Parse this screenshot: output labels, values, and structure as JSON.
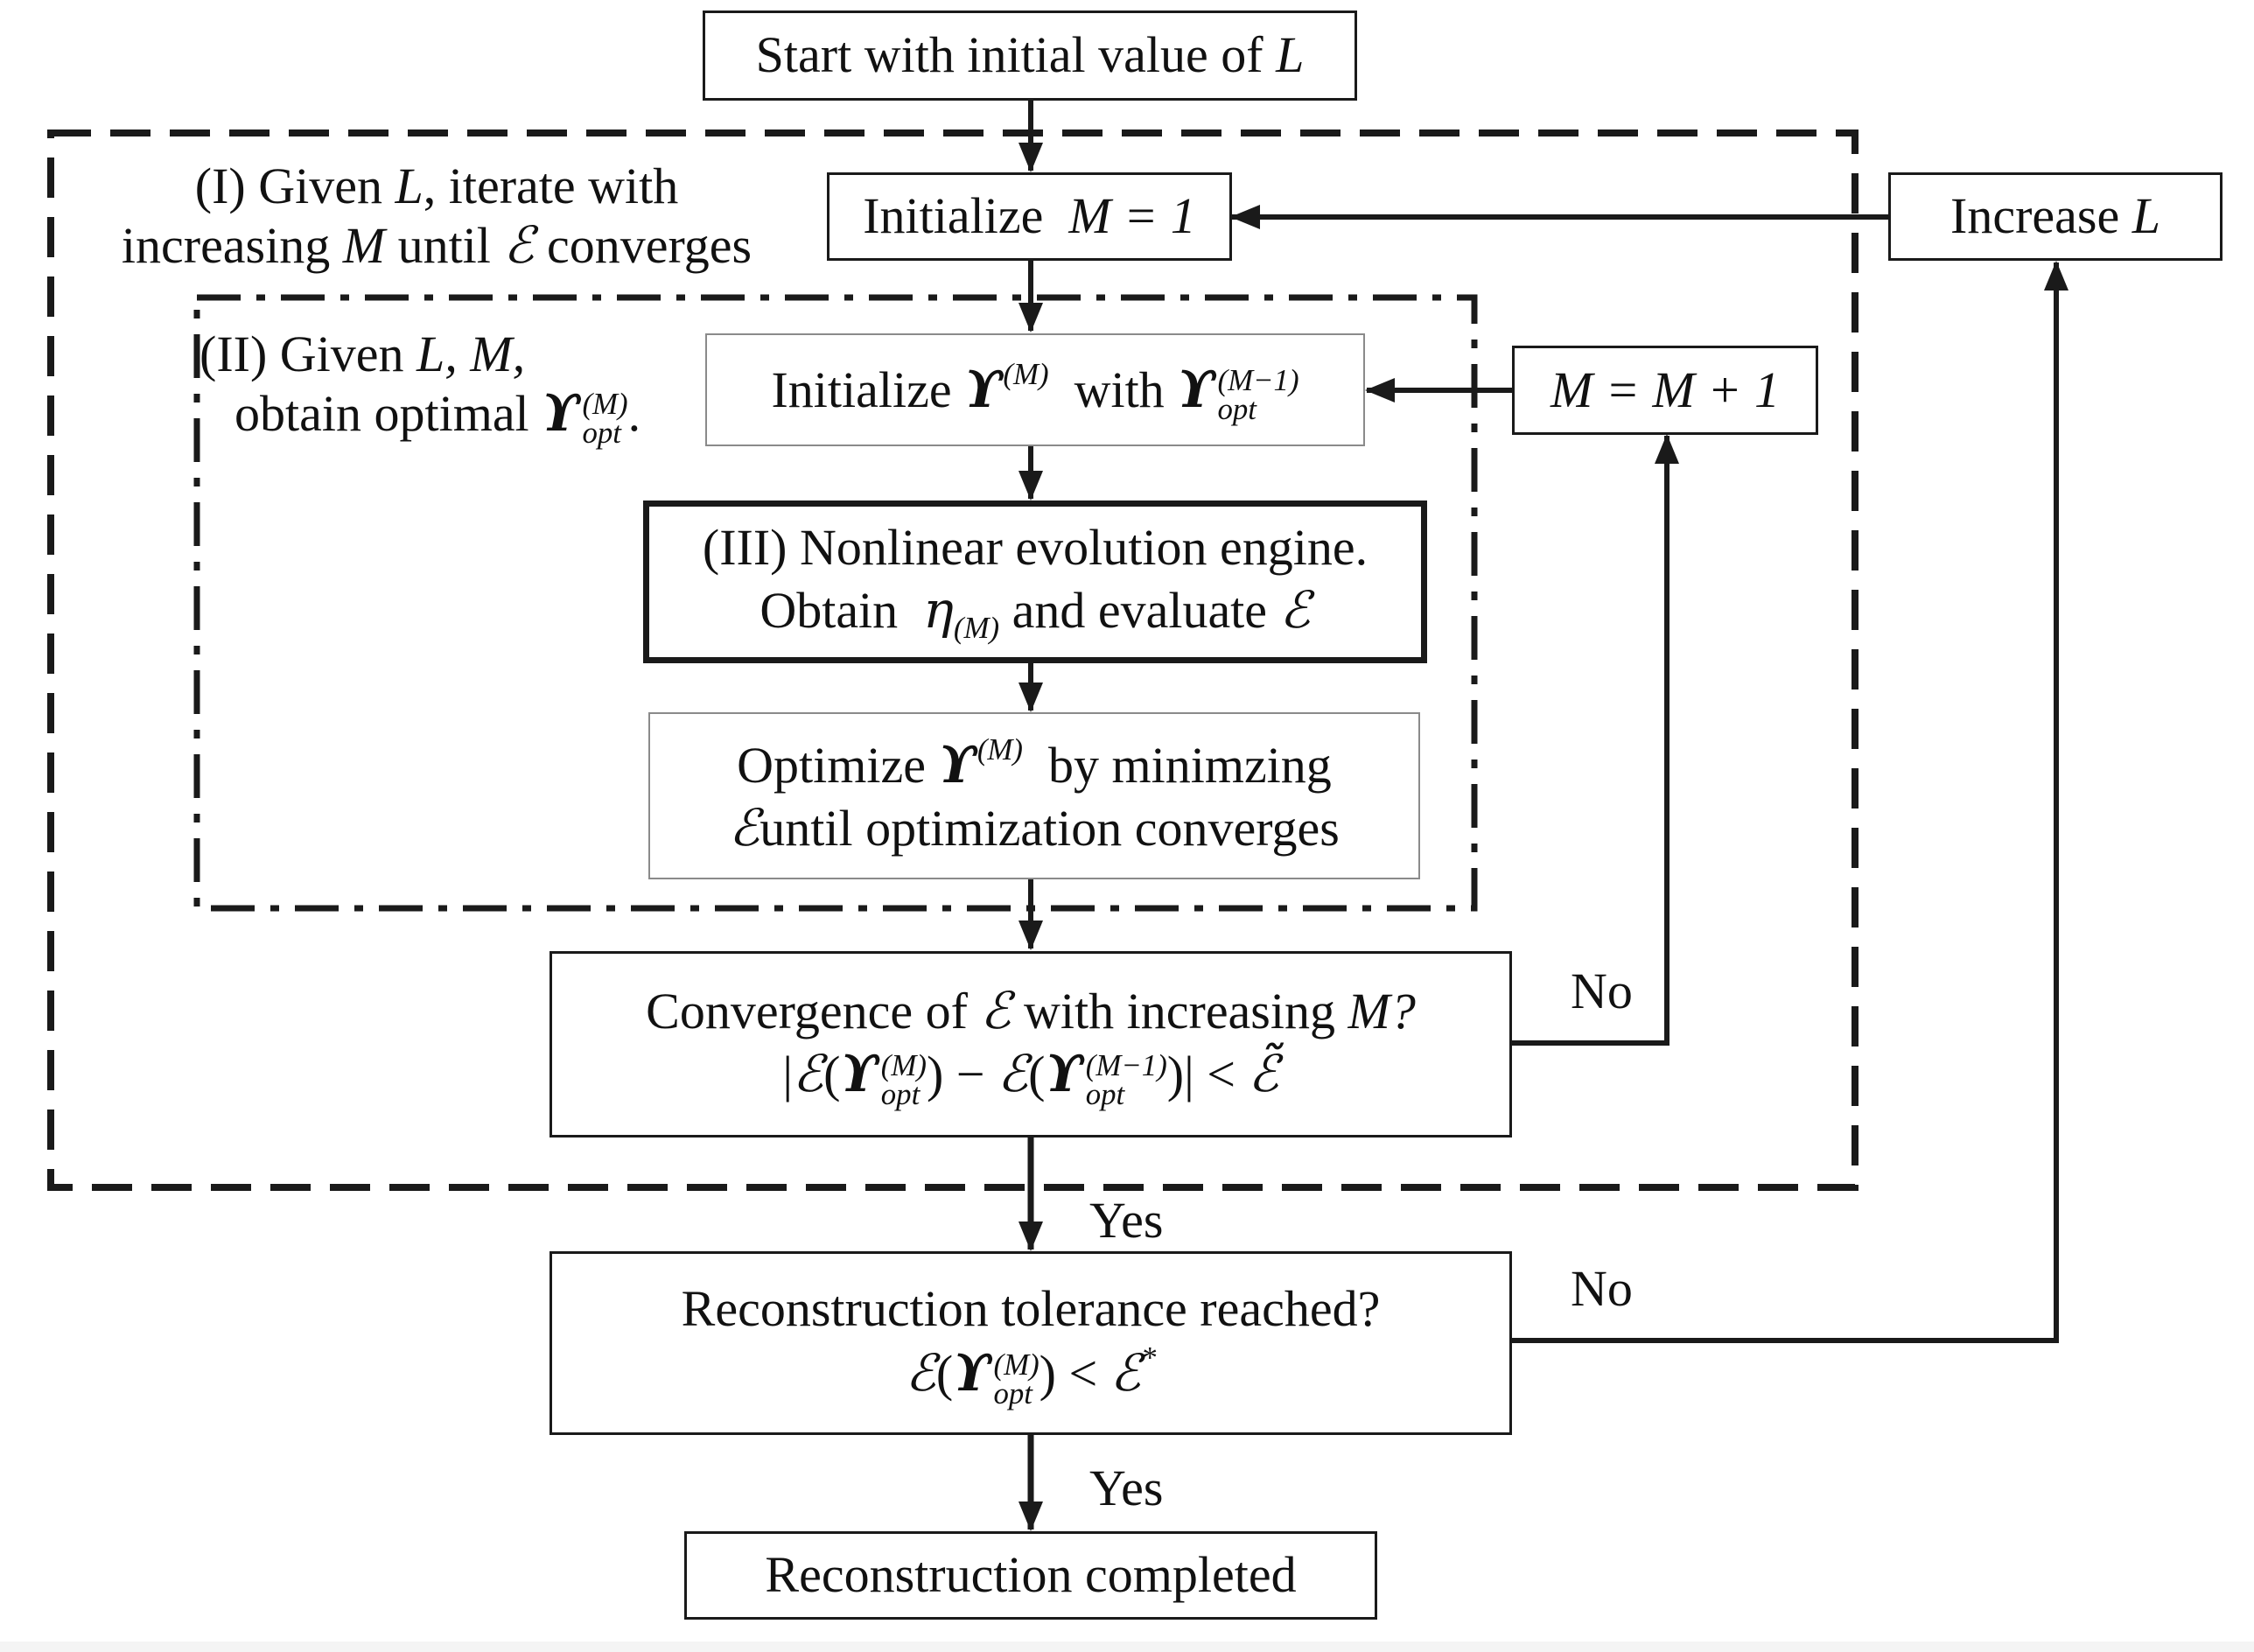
{
  "nodes": {
    "start": "Start with initial value of",
    "start_var": "L",
    "init_m_word": "Initialize",
    "init_m_eq": "M = 1",
    "increase_l_word": "Increase",
    "increase_l_var": "L",
    "init_upsilon_word": "Initialize",
    "init_upsilon_with": "with",
    "m_update": "M = M + 1",
    "engine_line1": "(III) Nonlinear evolution engine.",
    "engine_line2a": "Obtain",
    "engine_line2b": "and evaluate",
    "optimize_line1a": "Optimize",
    "optimize_line1b": "by minimzing",
    "optimize_line2": "until optimization converges",
    "convergence_line1a": "Convergence of",
    "convergence_line1b": "with increasing",
    "convergence_line1_var": "M?",
    "tolerance_line1": "Reconstruction tolerance reached?",
    "completed": "Reconstruction completed"
  },
  "loops": {
    "loop1_line1a": "(I) Given",
    "loop1_line1b": ", iterate with",
    "loop1_line2a": "increasing",
    "loop1_line2b": "until",
    "loop1_line2c": "converges",
    "loop2_line1a": "(II) Given",
    "loop2_line1b": "M,",
    "loop2_line2": "obtain optimal",
    "var_L": "L",
    "var_L_comma": "L,",
    "var_M": "M"
  },
  "edges": {
    "no_1": "No",
    "no_2": "No",
    "yes_1": "Yes",
    "yes_2": "Yes"
  },
  "math": {
    "upsilon": "ϒ",
    "script_e": "ℰ",
    "eta": "η",
    "sub_M": "(M)",
    "sup_M": "(M)",
    "sup_Mm1": "(M−1)",
    "opt": "opt",
    "tilde_e": "ℰ̃",
    "star": "*",
    "abs_open": "|",
    "abs_close": "|",
    "lt": "<",
    "minus": "−",
    "paren_open": "(",
    "paren_close": ")",
    "period": "."
  },
  "colors": {
    "line": "#1a1a1a",
    "light_border": "#8a8a8a",
    "background": "#ffffff"
  }
}
